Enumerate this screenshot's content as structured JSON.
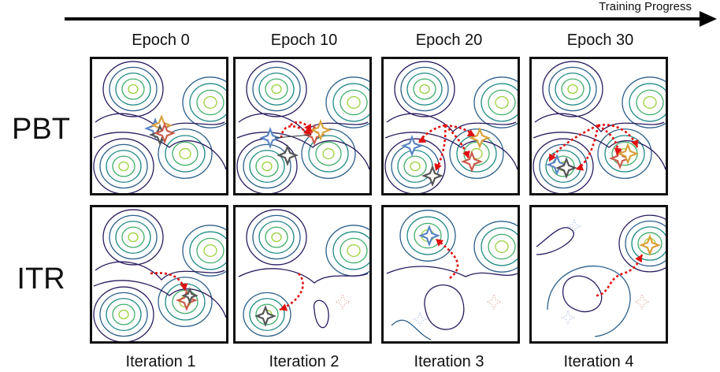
{
  "header": {
    "progress_label": "Training Progress"
  },
  "columns": [
    "Epoch 0",
    "Epoch 10",
    "Epoch 20",
    "Epoch 30"
  ],
  "rows": [
    "PBT",
    "ITR"
  ],
  "bottom_labels": [
    "Iteration 1",
    "Iteration 2",
    "Iteration 3",
    "Iteration 4"
  ],
  "colors": {
    "star_blue": "#5b86c5",
    "star_gray": "#555555",
    "star_orange": "#d9a13a",
    "star_red": "#c95a4a",
    "arrow_red": "#e01010",
    "contour_palette": [
      "#2b1b5e",
      "#2c5f8a",
      "#1e8a86",
      "#3fae6a",
      "#9ad03a"
    ]
  }
}
